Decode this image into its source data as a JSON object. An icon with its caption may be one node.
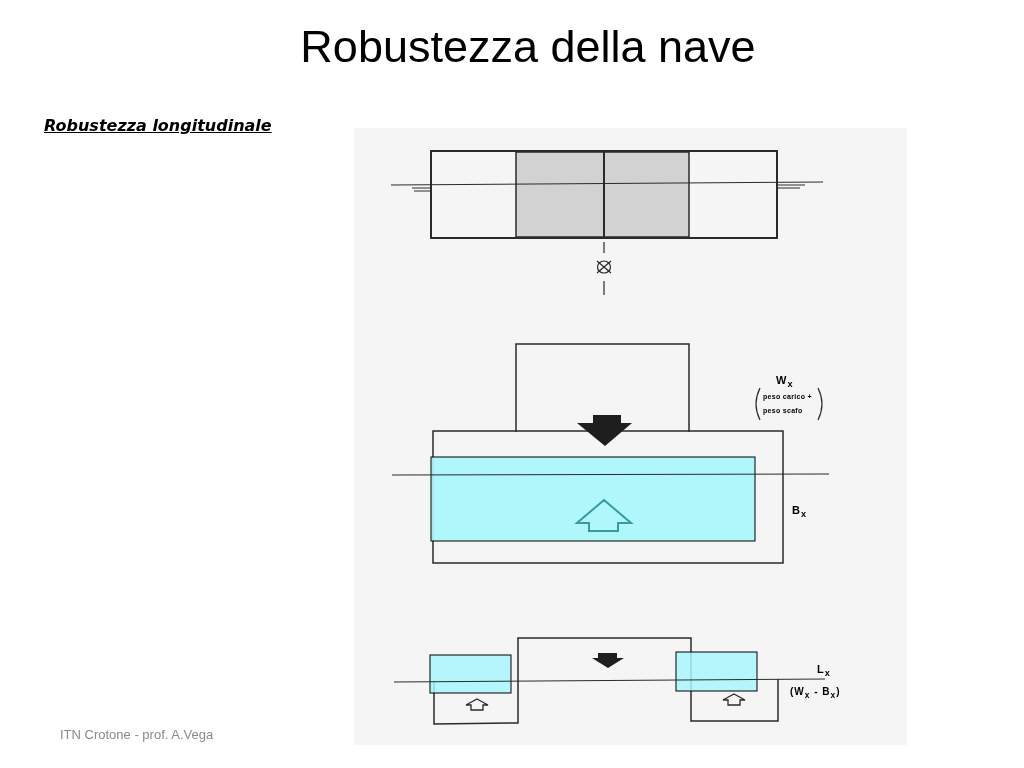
{
  "diagram": {
    "title": "Robustezza della nave",
    "nodes": [
      {
        "text": [],
        "shape": "box"
      },
      {
        "text": [],
        "shape": "box"
      },
      {
        "text": [],
        "shape": "box"
      }
    ],
    "labels": [
      "Robustezza longitudinale",
      "W$_{x}$",
      "peso carico + peso scafo",
      "B$_{x}$",
      "L$_{x}$",
      "(W$_{x}$ - B$_{x}$)",
      "ITN Crotone - prof. A.Vega"
    ]
  }
}
